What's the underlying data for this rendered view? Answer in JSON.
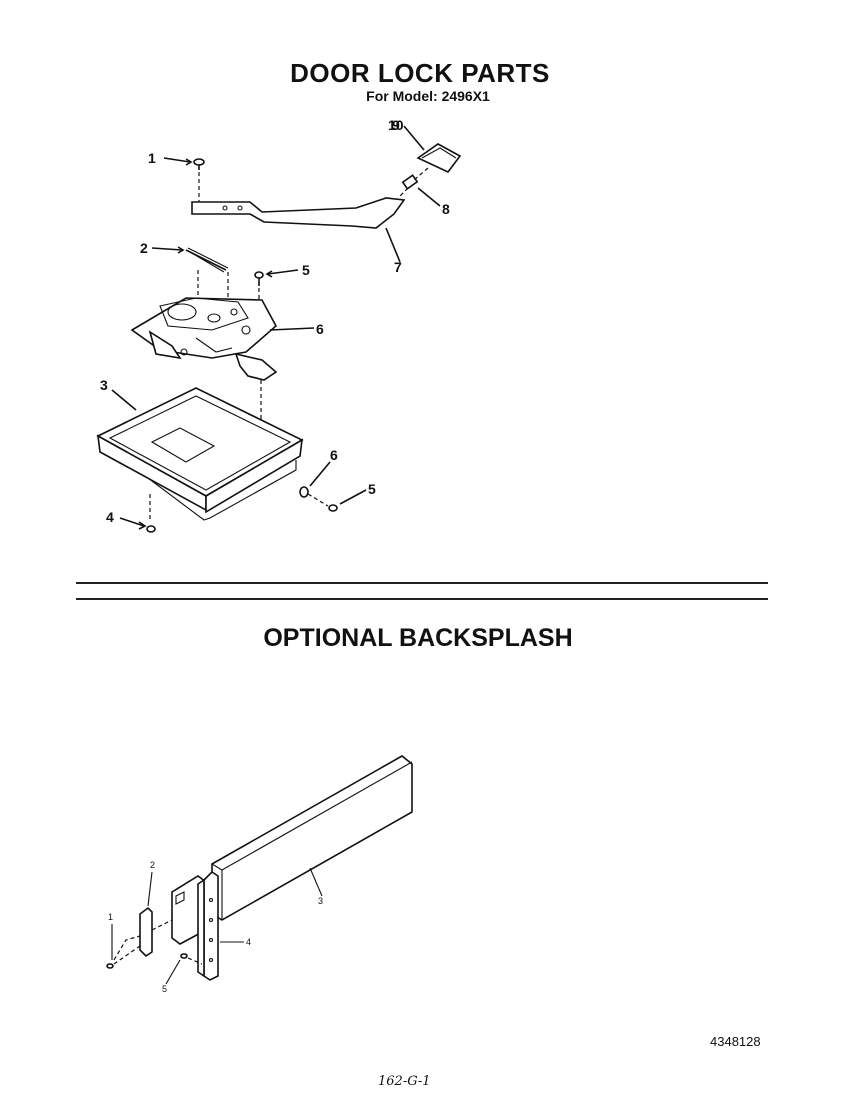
{
  "door_lock": {
    "title": "DOOR LOCK PARTS",
    "model_line": "For Model: 2496X1",
    "callouts": [
      "1",
      "2",
      "3",
      "4",
      "5",
      "6",
      "5",
      "6",
      "7",
      "8",
      "9",
      "10"
    ]
  },
  "backsplash": {
    "title": "OPTIONAL BACKSPLASH",
    "callouts": [
      "1",
      "2",
      "3",
      "4",
      "5"
    ]
  },
  "footer": {
    "document_number": "4348128",
    "handwritten_note": "162-G-1"
  }
}
